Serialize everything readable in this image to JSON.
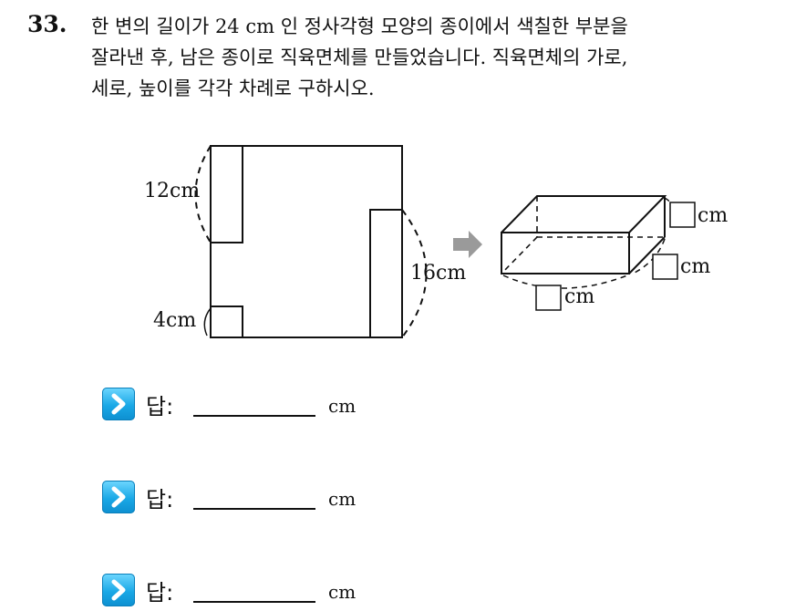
{
  "question": {
    "number": "33.",
    "text": "한 변의 길이가 24 cm 인 정사각형 모양의 종이에서 색칠한 부분을\n잘라낸 후, 남은 종이로 직육면체를 만들었습니다. 직육면체의 가로,\n세로, 높이를 각각 차례로 구하시오."
  },
  "figure": {
    "label_12cm": "12cm",
    "label_4cm": "4cm",
    "label_16cm": "16cm",
    "box_unit_1": "cm",
    "box_unit_2": "cm",
    "box_unit_3": "cm"
  },
  "answers": [
    {
      "label": "답:",
      "unit": "cm"
    },
    {
      "label": "답:",
      "unit": "cm"
    },
    {
      "label": "답:",
      "unit": "cm"
    }
  ],
  "colors": {
    "answer_icon": "#1aa8e6",
    "arrow": "#9a9a9a"
  }
}
